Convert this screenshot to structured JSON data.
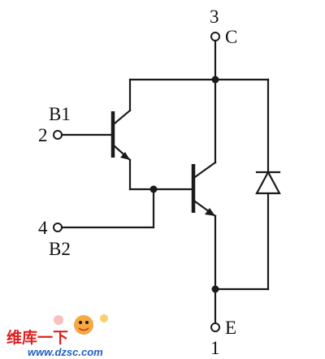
{
  "terminals": {
    "collector": {
      "number": "3",
      "name": "C"
    },
    "base1": {
      "number": "2",
      "name": "B1"
    },
    "base2": {
      "number": "4",
      "name": "B2"
    },
    "emitter": {
      "number": "1",
      "name": "E"
    }
  },
  "watermark": {
    "logo_text": "维库一下",
    "url": "www.dzsc.com",
    "colors": {
      "red": "#e02020",
      "blue": "#1f5fbf",
      "orange": "#f39a1e"
    }
  },
  "colors": {
    "ink": "#1a1a1a",
    "background": "#ffffff"
  }
}
